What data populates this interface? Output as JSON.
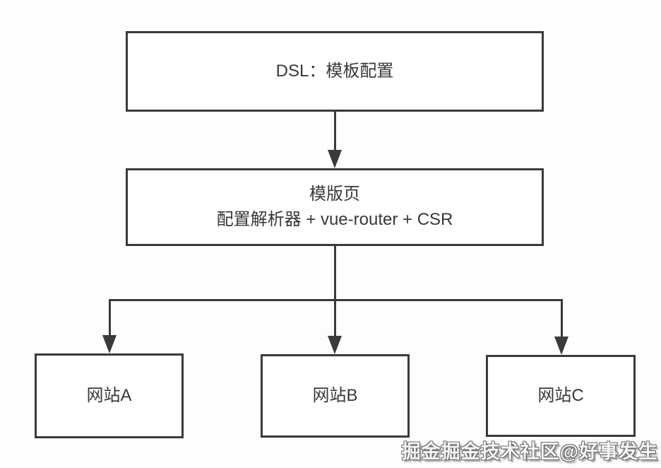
{
  "diagram": {
    "title_context": "flowchart",
    "nodes": {
      "dsl": {
        "label": "DSL：模板配置"
      },
      "template": {
        "line1": "模版页",
        "line2": "配置解析器 + vue-router + CSR"
      },
      "siteA": {
        "label": "网站A"
      },
      "siteB": {
        "label": "网站B"
      },
      "siteC": {
        "label": "网站C"
      }
    },
    "edges": [
      {
        "from": "dsl",
        "to": "template",
        "style": "arrow-down"
      },
      {
        "from": "template",
        "to": "siteA",
        "style": "arrow-down-branch"
      },
      {
        "from": "template",
        "to": "siteB",
        "style": "arrow-down-branch"
      },
      {
        "from": "template",
        "to": "siteC",
        "style": "arrow-down-branch"
      }
    ],
    "watermark": "掘金掘金技术社区@好事发生",
    "colors": {
      "line": "#3a3a3a",
      "text": "#383838",
      "box_bg": "#ffffff",
      "page_bg": "#fdfdfd"
    }
  }
}
